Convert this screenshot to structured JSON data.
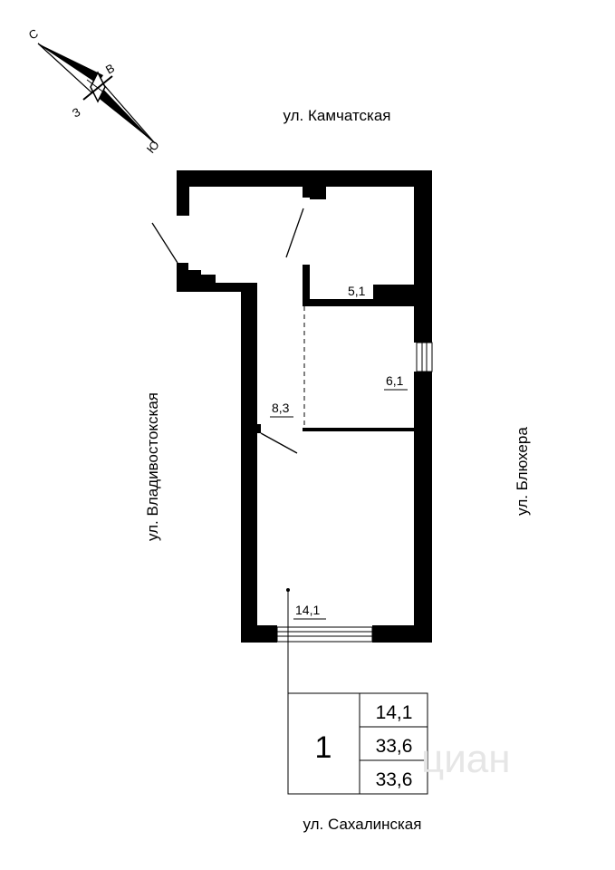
{
  "compass": {
    "north": "С",
    "east": "В",
    "west": "З",
    "south": "Ю"
  },
  "streets": {
    "top": "ул. Камчатская",
    "left": "ул. Владивостокская",
    "right": "ул. Блюхера",
    "bottom": "ул. Сахалинская"
  },
  "rooms": {
    "bathroom": "5,1",
    "kitchen": "6,1",
    "hall": "8,3",
    "living": "14,1"
  },
  "summary": {
    "rooms_count": "1",
    "living_area": "14,1",
    "total_area": "33,6",
    "total_area_2": "33,6"
  },
  "watermark": "циан"
}
